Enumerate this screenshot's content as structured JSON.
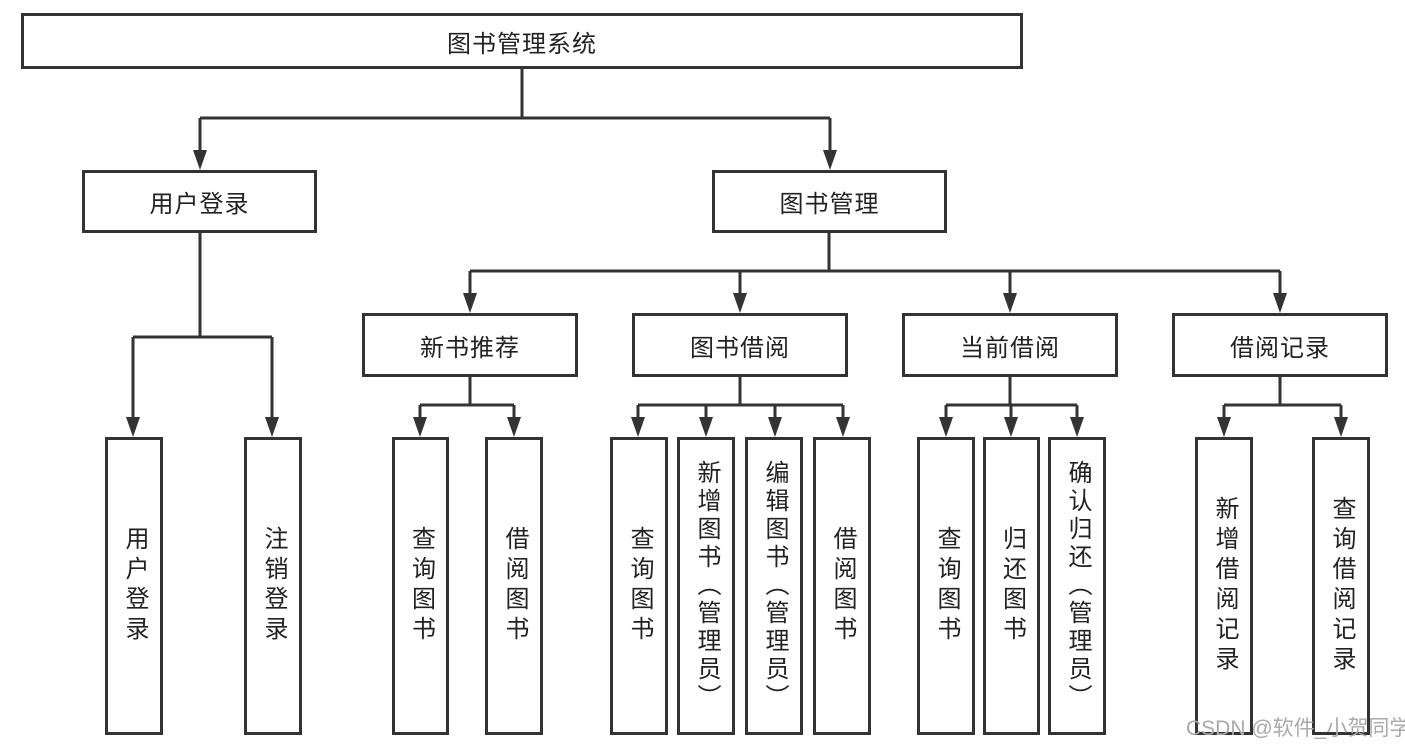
{
  "diagram": {
    "root": {
      "label": "图书管理系统"
    },
    "level2": {
      "user_login": {
        "label": "用户登录"
      },
      "book_management": {
        "label": "图书管理"
      }
    },
    "level3": {
      "new_book_recommend": {
        "label": "新书推荐"
      },
      "book_borrowing": {
        "label": "图书借阅"
      },
      "current_borrowing": {
        "label": "当前借阅"
      },
      "borrowing_records": {
        "label": "借阅记录"
      }
    },
    "leaves": {
      "user_login": {
        "label": "用户登录"
      },
      "logout": {
        "label": "注销登录"
      },
      "nbr_query_books": {
        "label": "查询图书"
      },
      "nbr_borrow_books": {
        "label": "借阅图书"
      },
      "bb_query_books": {
        "label": "查询图书"
      },
      "bb_add_books_admin": {
        "label": "新增图书（管理员）"
      },
      "bb_edit_books_admin": {
        "label": "编辑图书（管理员）"
      },
      "bb_borrow_books": {
        "label": "借阅图书"
      },
      "cb_query_books": {
        "label": "查询图书"
      },
      "cb_return_books": {
        "label": "归还图书"
      },
      "cb_confirm_return_admin": {
        "label": "确认归还（管理员）"
      },
      "br_add_record": {
        "label": "新增借阅记录"
      },
      "br_query_record": {
        "label": "查询借阅记录"
      }
    }
  },
  "watermark": {
    "text": "CSDN @软件_小贺同学"
  },
  "colors": {
    "line": "#333333",
    "text": "#222222",
    "watermark": "#aaaaaa",
    "background": "#ffffff"
  }
}
